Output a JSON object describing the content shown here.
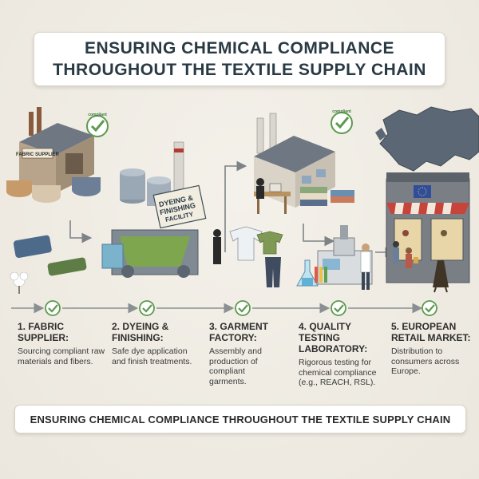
{
  "header": {
    "title_line_1": "ENSURING CHEMICAL COMPLIANCE",
    "title_line_2": "THROUGHOUT THE TEXTILE SUPPLY CHAIN"
  },
  "illustration": {
    "fabric_supplier_sign": "FABRIC SUPPLIER",
    "dyeing_sign_line_1": "DYEING &",
    "dyeing_sign_line_2": "FINISHING",
    "dyeing_sign_line_3": "FACILITY",
    "badge_line_1": "compliant",
    "badge_line_2": "compliant"
  },
  "steps": [
    {
      "title_line_1": "1. FABRIC",
      "title_line_2": "SUPPLIER:",
      "description": "Sourcing compliant raw materials and fibers."
    },
    {
      "title_line_1": "2. DYEING &",
      "title_line_2": "FINISHING:",
      "description": "Safe dye application and finish treatments."
    },
    {
      "title_line_1": "3. GARMENT",
      "title_line_2": "FACTORY:",
      "description": "Assembly and production of compliant garments."
    },
    {
      "title_line_1": "4. QUALITY",
      "title_line_2": "TESTING",
      "title_line_3": "LABORATORY:",
      "description": "Rigorous testing for chemical compliance (e.g., REACH, RSL)."
    },
    {
      "title_line_1": "5. EUROPEAN",
      "title_line_2": "RETAIL MARKET:",
      "description": "Distribution to consumers across Europe."
    }
  ],
  "footer": {
    "text": "ENSURING CHEMICAL COMPLIANCE THROUGHOUT THE TEXTILE SUPPLY CHAIN"
  },
  "colors": {
    "check_green": "#5c9a4c",
    "timeline_gray": "#8a8f92",
    "eu_blue": "#2f4d9a"
  }
}
